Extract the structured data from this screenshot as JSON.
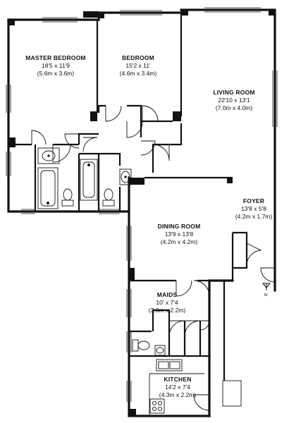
{
  "colors": {
    "wall": "#111111",
    "line": "#222222",
    "fill": "#ffffff"
  },
  "rooms": {
    "master_bedroom": {
      "name": "MASTER BEDROOM",
      "imperial": "18'5 x 11'9",
      "metric": "(5.6m x 3.6m)"
    },
    "bedroom": {
      "name": "BEDROOM",
      "imperial": "15'2 x 11'",
      "metric": "(4.6m x 3.4m)"
    },
    "living_room": {
      "name": "LIVING ROOM",
      "imperial": "22'10 x 13'1",
      "metric": "(7.0m x 4.0m)"
    },
    "foyer": {
      "name": "FOYER",
      "imperial": "13'8 x 5'8",
      "metric": "(4.2m x 1.7m)"
    },
    "dining_room": {
      "name": "DINING ROOM",
      "imperial": "13'9 x 13'8",
      "metric": "(4.2m x 4.2m)"
    },
    "maids": {
      "name": "MAIDS",
      "imperial": "10' x 7'4",
      "metric": "(3.0m x 2.2m)"
    },
    "kitchen": {
      "name": "KITCHEN",
      "imperial": "14'2 x 7'4",
      "metric": "(4.3m x 2.2m)"
    }
  },
  "entrance_mark": "IN",
  "icons": [
    "entrance-arrow-icon",
    "toilet-icon",
    "bathtub-icon",
    "sink-icon",
    "stove-icon",
    "door-swing-icon"
  ]
}
